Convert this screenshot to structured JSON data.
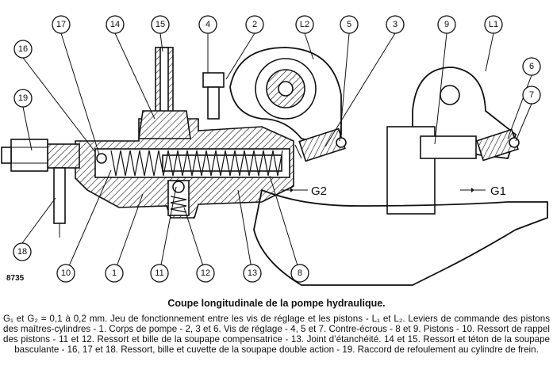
{
  "diagram": {
    "reference_code": "8735",
    "callouts": [
      "1",
      "2",
      "3",
      "4",
      "5",
      "6",
      "7",
      "8",
      "9",
      "10",
      "11",
      "12",
      "13",
      "14",
      "15",
      "16",
      "17",
      "18",
      "19",
      "L2",
      "L1"
    ],
    "gap_labels": {
      "g2": "G2",
      "g1": "G1"
    }
  },
  "caption": {
    "title": "Coupe longitudinale de la pompe hydraulique.",
    "body": "G₁ et G₂ = 0,1 à 0,2 mm. Jeu de fonctionnement entre les vis de réglage et les pistons - L₁ et L₂. Leviers de commande des pistons des maîtres-cylindres - 1. Corps de pompe - 2, 3 et 6. Vis de réglage - 4, 5 et 7. Contre-écrous - 8 et 9. Pistons - 10. Ressort de rappel des pistons - 11 et 12. Ressort et bille de la soupape compensatrice - 13. Joint d’étanchéité. 14 et 15. Ressort et téton de la soupape basculante - 16, 17 et 18. Ressort, bille et cuvette de la soupape double action - 19. Raccord de refoulement au cylindre de frein."
  }
}
